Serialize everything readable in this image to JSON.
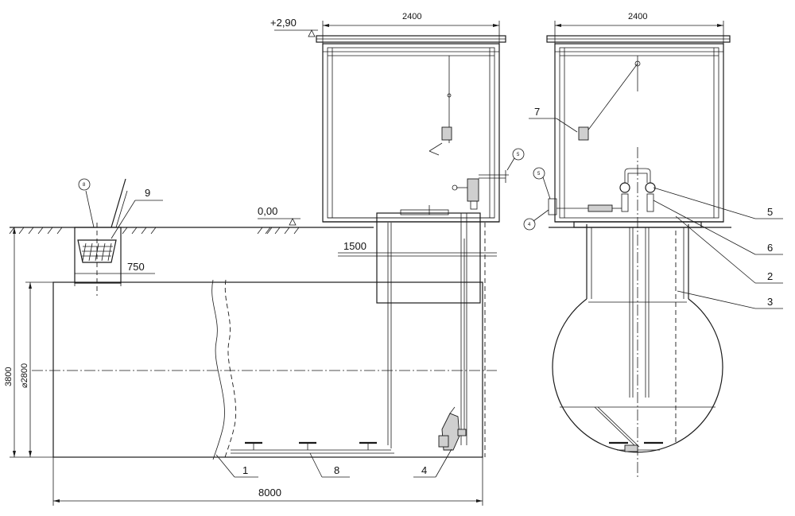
{
  "drawing": {
    "levels": {
      "top": "+2,90",
      "ground": "0,00"
    },
    "dimensions": {
      "width_side": "2400",
      "width_front": "2400",
      "neck_depth": "1500",
      "hatch_width": "750",
      "tank_length": "8000",
      "total_height": "3800",
      "tank_diameter": "⌀2800"
    },
    "callouts": {
      "c1": "1",
      "c2": "2",
      "c3": "3",
      "c4": "4",
      "c5": "5",
      "c6": "6",
      "c7": "7",
      "c8": "8",
      "c9": "9"
    },
    "small_circles": {
      "s_left_hatch": "8",
      "s_valve_side": "5",
      "s_front_a": "5",
      "s_front_b": "4"
    }
  }
}
